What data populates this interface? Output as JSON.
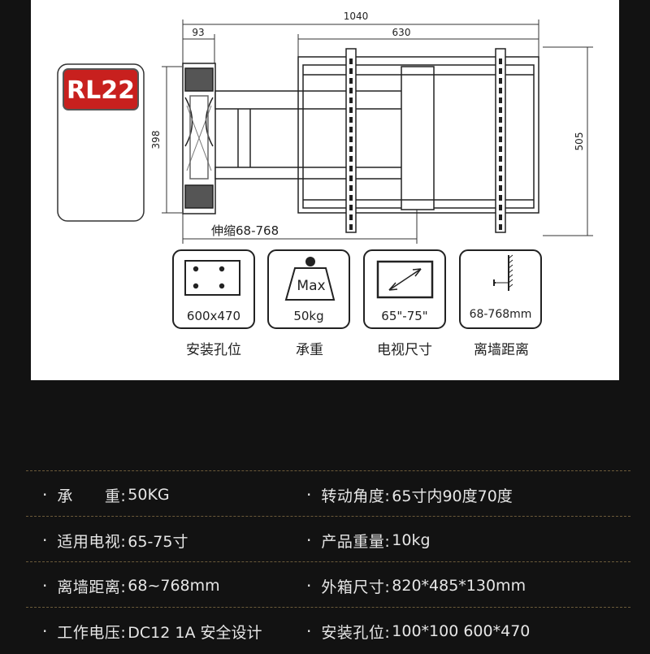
{
  "diagram": {
    "model_badge": "RL22",
    "dim_total_width": "1040",
    "dim_wall_plate_depth": "93",
    "dim_mount_width": "630",
    "dim_wall_plate_height": "398",
    "dim_mount_height": "505",
    "extension_label": "伸缩68-768"
  },
  "feature_icons": [
    {
      "icon": "mounting-holes-icon",
      "value": "600x470",
      "caption": "安装孔位"
    },
    {
      "icon": "max-load-icon",
      "badge": "Max",
      "value": "50kg",
      "caption": "承重"
    },
    {
      "icon": "tv-size-icon",
      "value": "65\"-75\"",
      "caption": "电视尺寸"
    },
    {
      "icon": "wall-distance-icon",
      "value": "68-768mm",
      "caption": "离墙距离"
    }
  ],
  "specs": [
    {
      "label_left": "承　　重:",
      "value_left": "50KG",
      "label_right": "转动角度:",
      "value_right": "65寸内90度70度"
    },
    {
      "label_left": "适用电视:",
      "value_left": "65-75寸",
      "label_right": "产品重量:",
      "value_right": "10kg"
    },
    {
      "label_left": "离墙距离:",
      "value_left": "68~768mm",
      "label_right": "外箱尺寸:",
      "value_right": "820*485*130mm"
    },
    {
      "label_left": "工作电压:",
      "value_left": "DC12 1A 安全设计",
      "label_right": "安装孔位:",
      "value_right": "100*100  600*470"
    }
  ],
  "colors": {
    "badge_red": "#c8201e",
    "background": "#121212",
    "divider": "#6b5a3a"
  }
}
